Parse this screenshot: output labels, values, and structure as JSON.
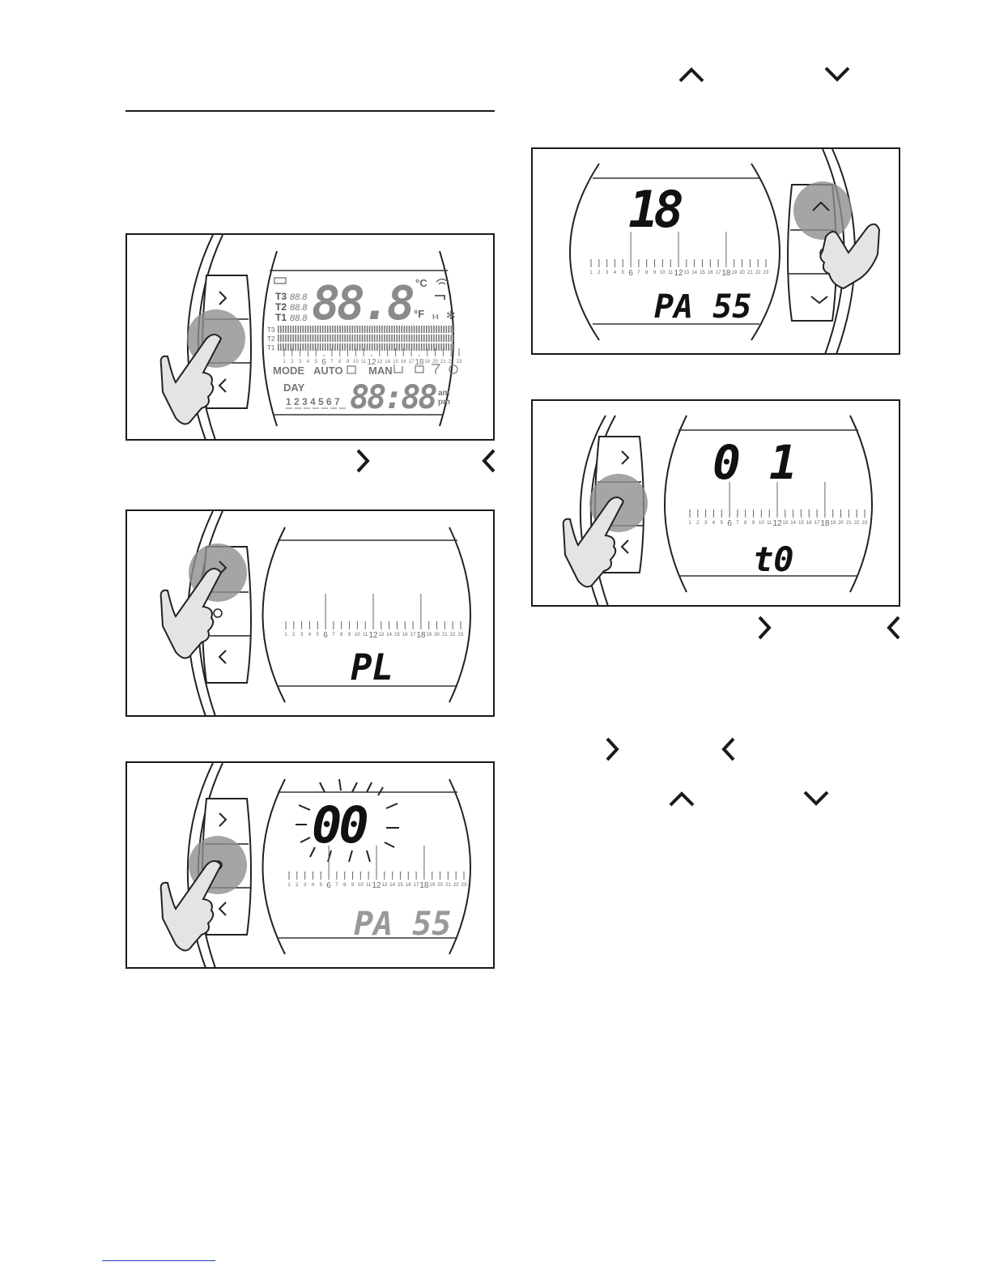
{
  "fig1": {
    "display": {
      "temp": "88.8",
      "unit_c": "°C",
      "unit_f": "°F",
      "rows": [
        {
          "label": "T3",
          "value": "88.8"
        },
        {
          "label": "T2",
          "value": "88.8"
        },
        {
          "label": "T1",
          "value": "88.8"
        }
      ],
      "bar_labels": [
        "T3",
        "T2",
        "T1"
      ],
      "mode": "MODE",
      "auto": "AUTO",
      "man": "MAN",
      "day": "DAY",
      "days": "1 2 3 4 5  6 7",
      "clock": "88:88",
      "am": "am",
      "pm": "pm"
    },
    "hours": [
      "1",
      "2",
      "3",
      "4",
      "5",
      "6",
      "7",
      "8",
      "9",
      "10",
      "11",
      "12",
      "13",
      "14",
      "15",
      "16",
      "17",
      "18",
      "19",
      "20",
      "21",
      "22",
      "23"
    ]
  },
  "fig2": {
    "text": "PL"
  },
  "fig3": {
    "number": "00",
    "text": "PA 55"
  },
  "fig4": {
    "number": "18",
    "text": "PA 55"
  },
  "fig5": {
    "number": "0 1",
    "text": "t0"
  },
  "icons": {
    "top_up": "chevron-up-icon",
    "top_down": "chevron-down-icon",
    "right": "chevron-right-icon",
    "left": "chevron-left-icon"
  }
}
